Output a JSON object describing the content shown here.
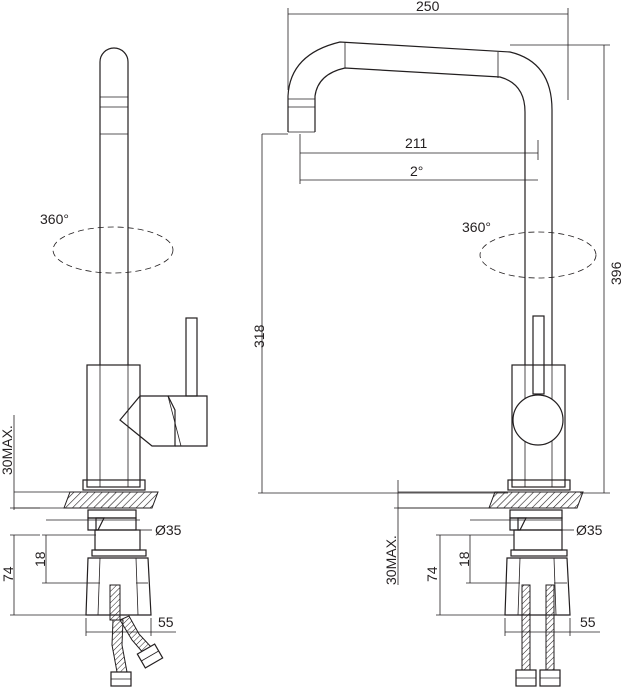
{
  "side_view": {
    "rotation_label": "360°",
    "counter_height_label": "30MAX.",
    "pipe_diameter_label": "Ø35",
    "shank_short_label": "18",
    "shank_total_label": "74",
    "hose_width_label": "55"
  },
  "front_view": {
    "overall_width_label": "250",
    "reach_label": "211",
    "angle_label": "2°",
    "rotation_label": "360°",
    "overall_height_label": "396",
    "spout_height_label": "318",
    "counter_height_label": "30MAX.",
    "pipe_diameter_label": "Ø35",
    "shank_short_label": "18",
    "shank_total_label": "74",
    "hose_width_label": "55"
  }
}
